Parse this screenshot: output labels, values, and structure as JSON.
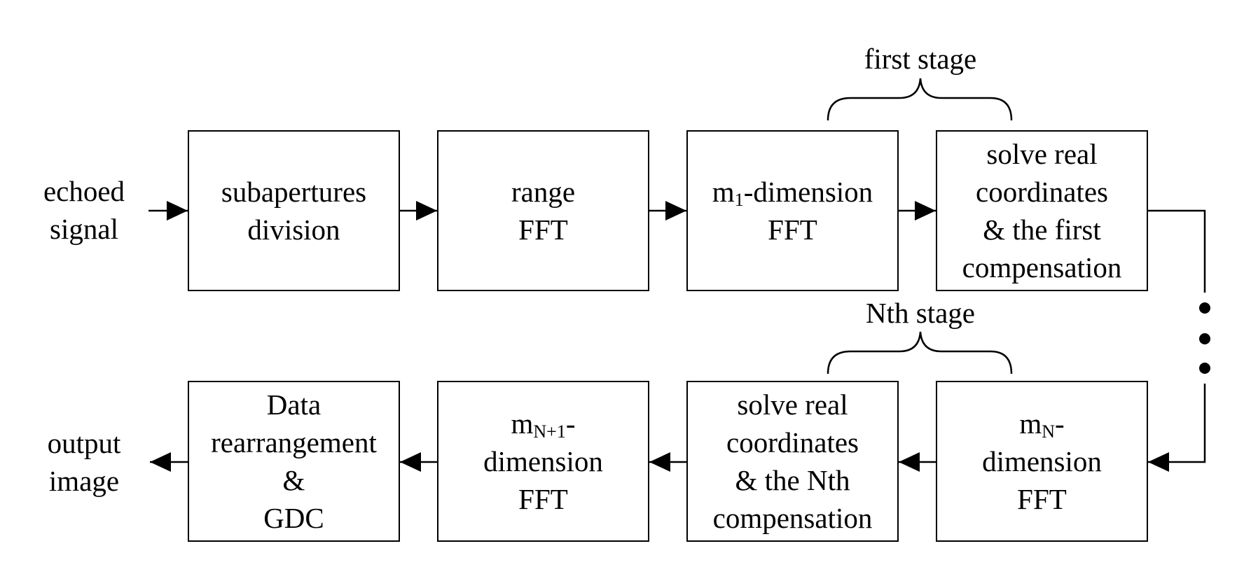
{
  "input_label": {
    "line1": "echoed",
    "line2": "signal"
  },
  "output_label": {
    "line1": "output",
    "line2": "image"
  },
  "first_stage_label": "first stage",
  "nth_stage_label": "Nth stage",
  "top_row": [
    {
      "lines": [
        "subapertures",
        "division"
      ]
    },
    {
      "lines": [
        "range",
        "FFT"
      ]
    },
    {
      "line1_prefix": "m",
      "line1_sub": "1",
      "line1_suffix": "-dimension",
      "line2": "FFT"
    },
    {
      "lines": [
        "solve real",
        "coordinates",
        "& the first",
        "compensation"
      ]
    }
  ],
  "bottom_row": [
    {
      "lines": [
        "Data",
        "rearrangement",
        "&",
        "GDC"
      ]
    },
    {
      "line1_prefix": "m",
      "line1_sub": "N+1",
      "line1_suffix": "-",
      "line2": "dimension",
      "line3": "FFT"
    },
    {
      "lines": [
        "solve real",
        "coordinates",
        "& the Nth",
        "compensation"
      ]
    },
    {
      "line1_prefix": "m",
      "line1_sub": "N",
      "line1_suffix": "-",
      "line2": "dimension",
      "line3": "FFT"
    }
  ]
}
